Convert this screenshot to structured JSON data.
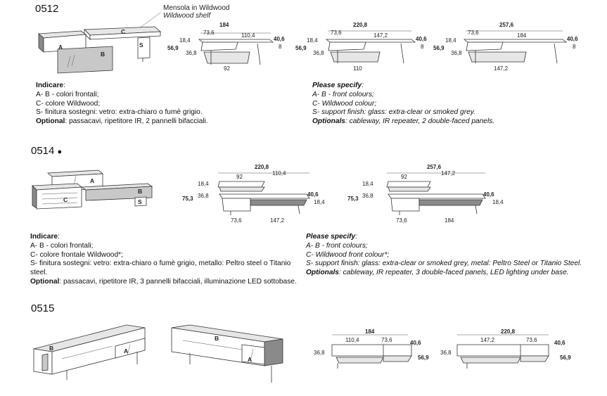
{
  "sections": [
    {
      "code": "0512",
      "shelf_label_it": "Mensola in Wildwood",
      "shelf_label_en": "Wildwood shelf",
      "legend": {
        "A": "A",
        "B": "B",
        "C": "C",
        "S": "S"
      },
      "variants": [
        {
          "width": "184",
          "w1": "73,6",
          "w2": "110,4",
          "h1": "18,4",
          "h2": "56,9",
          "h3": "36,8",
          "d1": "40,6",
          "d2": "8",
          "bottom": "92"
        },
        {
          "width": "220,8",
          "w1": "73,6",
          "w2": "147,2",
          "h1": "18,4",
          "h2": "56,9",
          "h3": "36,8",
          "d1": "40,6",
          "d2": "8",
          "bottom": "110"
        },
        {
          "width": "257,6",
          "w1": "73,6",
          "w2": "184",
          "h1": "18,4",
          "h2": "56,9",
          "h3": "36,8",
          "d1": "40,6",
          "d2": "8",
          "bottom": "147,2"
        }
      ],
      "it": {
        "title": "Indicare",
        "l1": "A- B - colori frontali;",
        "l2": "C- colore Wildwood;",
        "l3": "S- finitura sostegni: vetro: extra-chiaro o fumè grigio.",
        "l4_bold": "Optional",
        "l4": ": passacavi, ripetitore IR, 2 pannelli bifacciali."
      },
      "en": {
        "title": "Please specify",
        "l1": "A- B - front colours;",
        "l2": "C- Wildwood colour;",
        "l3": "S- support finish: glass: extra-clear or smoked grey.",
        "l4_bold": "Optionals",
        "l4": ": cableway, IR repeater, 2 double-faced panels."
      }
    },
    {
      "code": "0514",
      "bullet": "●",
      "legend": {
        "A": "A",
        "B": "B",
        "C": "C",
        "S": "S"
      },
      "variants": [
        {
          "width": "220,8",
          "top1": "92",
          "top2": "110,4",
          "h1": "18,4",
          "h2": "75,3",
          "h3": "36,8",
          "d1": "40,6",
          "d2": "18,4",
          "b1": "73,6",
          "b2": "147,2"
        },
        {
          "width": "257,6",
          "top1": "92",
          "top2": "147,2",
          "h1": "18,4",
          "h2": "75,3",
          "h3": "36,8",
          "d1": "40,6",
          "d2": "18,4",
          "b1": "73,6",
          "b2": "184"
        }
      ],
      "it": {
        "title": "Indicare",
        "l1": "A- B - colori frontali;",
        "l2": "C- colore frontale Wildwood*;",
        "l3": "S- finitura sostegni: vetro: extra-chiaro o fumè grigio, metallo: Peltro steel o Titanio",
        "l3b": "steel.",
        "l4_bold": "Optional",
        "l4": ": passacavi, ripetitore IR, 3 pannelli bifacciali, illuminazione LED sottobase."
      },
      "en": {
        "title": "Please specify",
        "l1": "A- B - front colours;",
        "l2": "C- Wildwood front colour*;",
        "l3": "S- support finish: glass: extra-clear or smoked grey, metal: Peltro Steel or Titanio Steel.",
        "l4_bold": "Optionals",
        "l4": ": cableway, IR repeater, 3 double-faced panels, LED lighting under base."
      }
    },
    {
      "code": "0515",
      "legend": {
        "A": "A",
        "B": "B"
      },
      "variants": [
        {
          "width": "184",
          "w1": "110,4",
          "w2": "73,6",
          "h1": "36,8",
          "d1": "40,6",
          "d2": "56,9"
        },
        {
          "width": "220,8",
          "w1": "147,2",
          "w2": "73,6",
          "h1": "36,8",
          "d1": "40,6",
          "d2": "56,9"
        }
      ]
    }
  ]
}
